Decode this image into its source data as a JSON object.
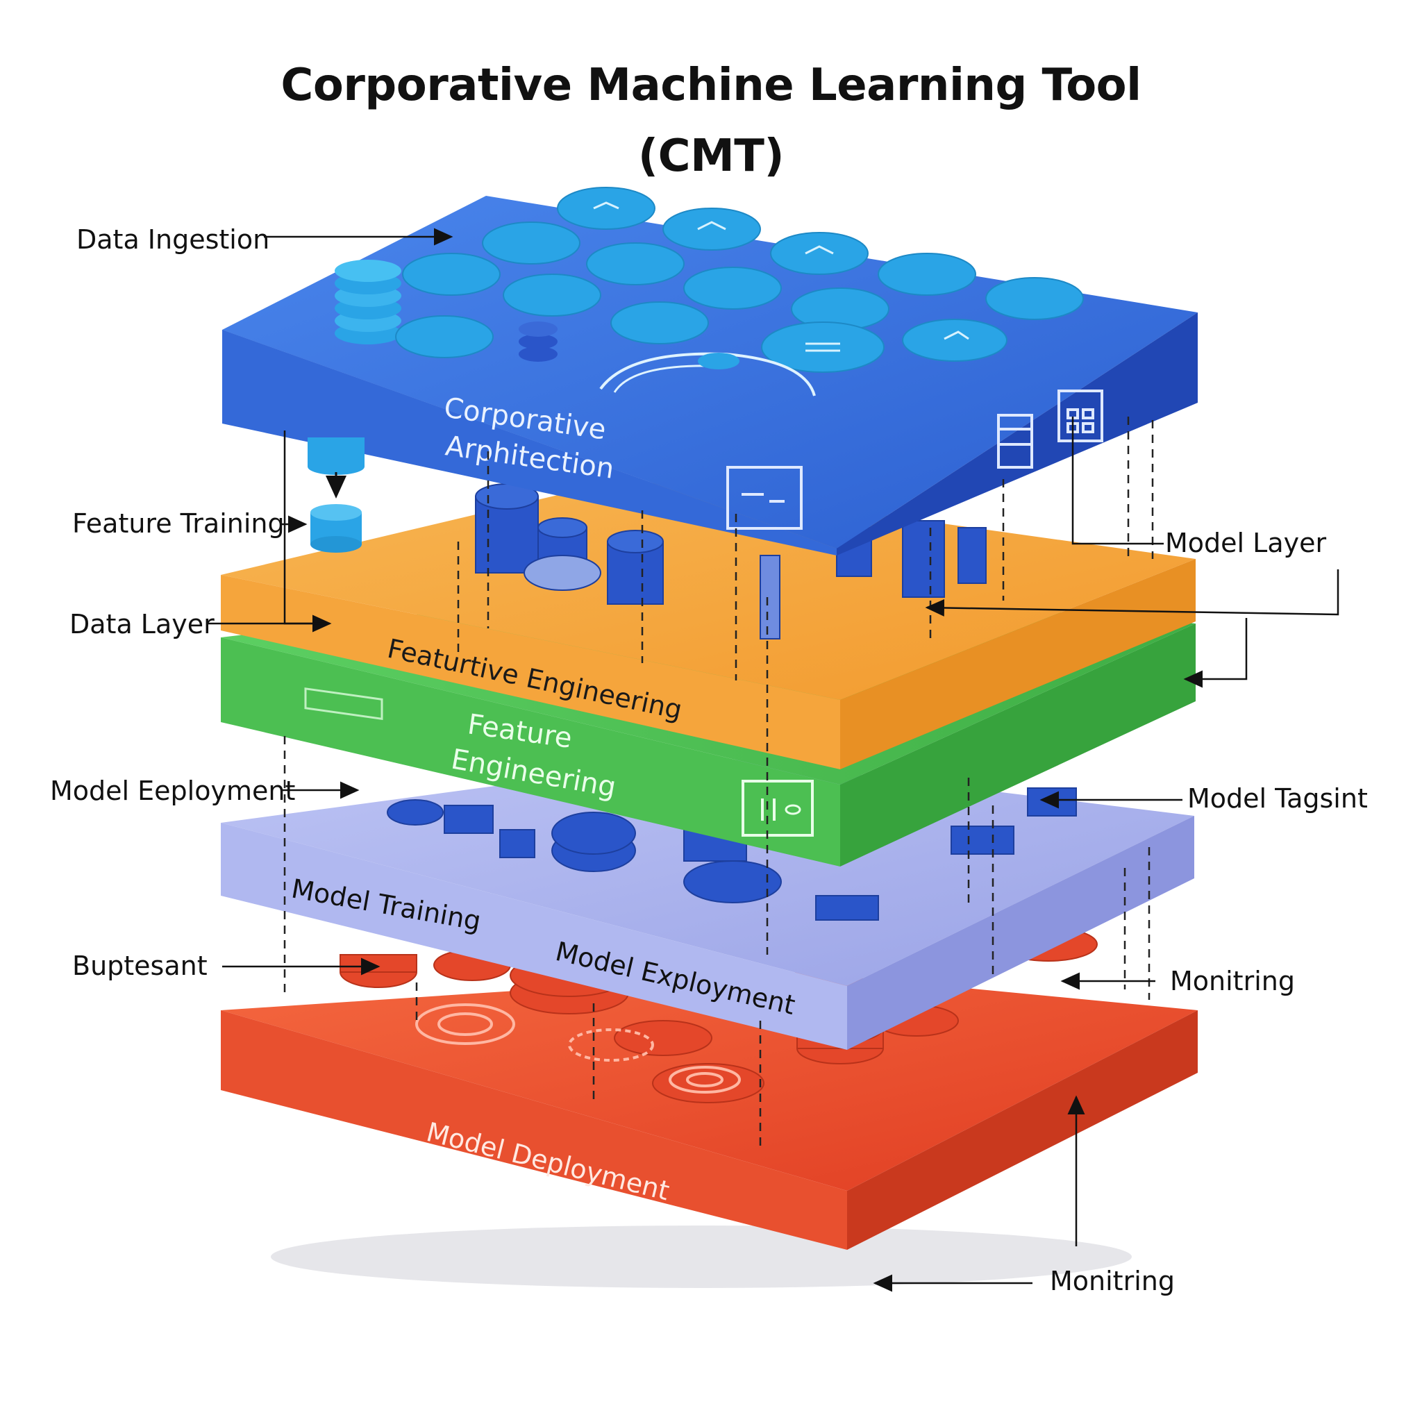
{
  "title": {
    "line1": "Corporative Machine Learning Tool",
    "line2": "(CMT)"
  },
  "layers": {
    "top": {
      "label_line1": "Corporative",
      "label_line2": "Arphitection",
      "color": "#2f66d6"
    },
    "orange": {
      "label": "Featurtive Engineering",
      "color": "#f6ad45"
    },
    "green": {
      "label_line1": "Feature",
      "label_line2": "Engineering",
      "color": "#4fbf55"
    },
    "lavender": {
      "label1": "Model Training",
      "label2": "Model Exployment",
      "color": "#aab3ee"
    },
    "red": {
      "label": "Model Deployment",
      "color": "#ee4f2e"
    }
  },
  "callouts": {
    "data_ingestion": "Data Ingestion",
    "feature_training": "Feature Training",
    "data_layer": "Data Layer",
    "model_eeployment": "Model Eeployment",
    "buptesant": "Buptesant",
    "model_layer": "Model Layer",
    "model_tagsint": "Model Tagsint",
    "monitring_1": "Monitring",
    "monitring_2": "Monitring"
  },
  "colors": {
    "disc_blue": "#2aa4e6",
    "dark_blue": "#2a55c9",
    "red_part": "#e4472a"
  }
}
